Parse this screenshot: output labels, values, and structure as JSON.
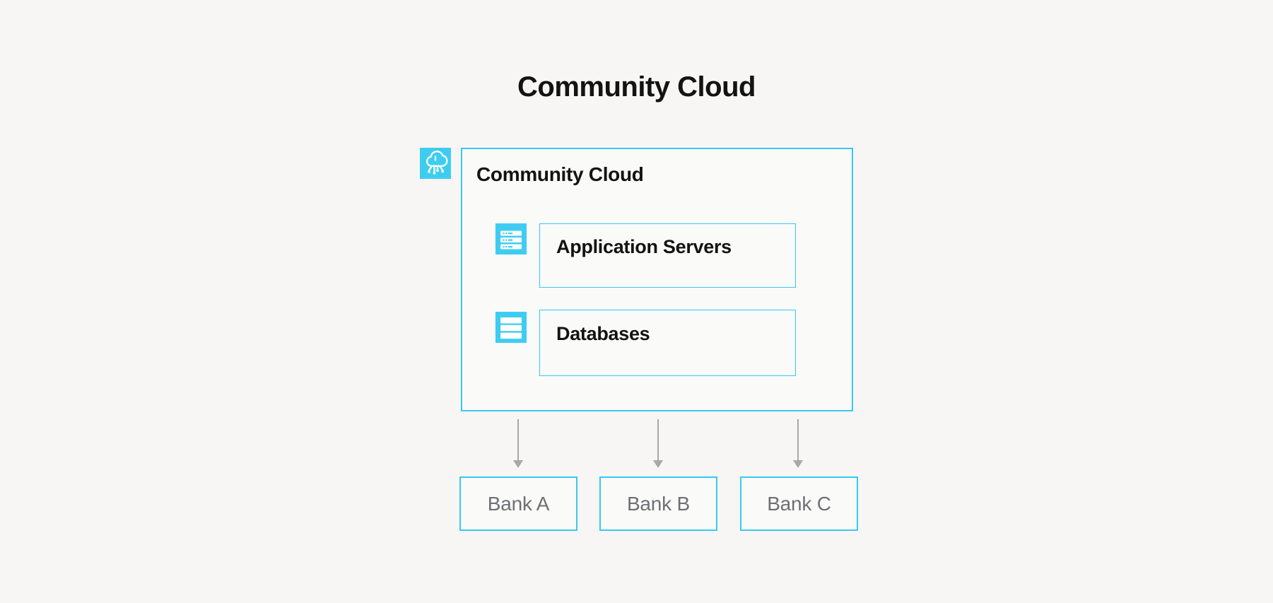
{
  "title": "Community Cloud",
  "colors": {
    "background": "#f7f6f4",
    "accent": "#3ecdf1",
    "border": "#38c9f2",
    "text": "#131313",
    "bank_text": "#6f7074",
    "arrow": "#a8a8a8",
    "box_fill": "#fafaf9"
  },
  "diagram": {
    "container": {
      "label": "Community Cloud",
      "icon": "cloud-network-icon",
      "components": [
        {
          "label": "Application Servers",
          "icon": "server-rack-icon"
        },
        {
          "label": "Databases",
          "icon": "database-stack-icon"
        }
      ]
    },
    "banks": [
      "Bank A",
      "Bank B",
      "Bank C"
    ]
  }
}
